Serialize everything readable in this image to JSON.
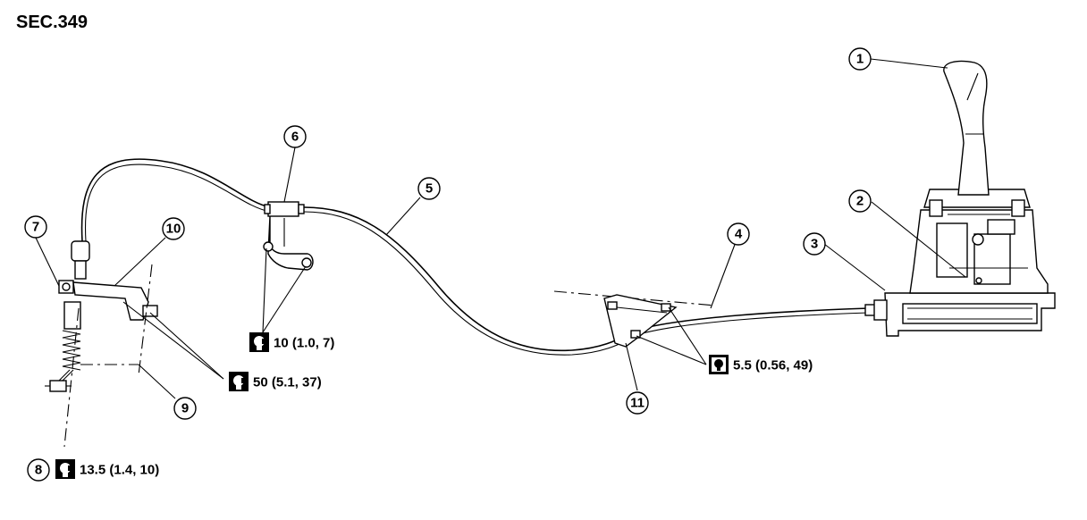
{
  "section_label": "SEC.349",
  "callouts": {
    "c1": "1",
    "c2": "2",
    "c3": "3",
    "c4": "4",
    "c5": "5",
    "c6": "6",
    "c7": "7",
    "c8": "8",
    "c9": "9",
    "c10": "10",
    "c11": "11"
  },
  "torques": {
    "t_bracket_bolts": "10 (1.0, 7)",
    "t_lever_bolts": "50 (5.1, 37)",
    "t_adjust_nut": "13.5 (1.4, 10)",
    "t_clamp_nuts": "5.5 (0.56, 49)"
  },
  "icons": {
    "torque": "wrench-torque-icon",
    "torque_dark": "wrench-torque-dark-icon"
  }
}
